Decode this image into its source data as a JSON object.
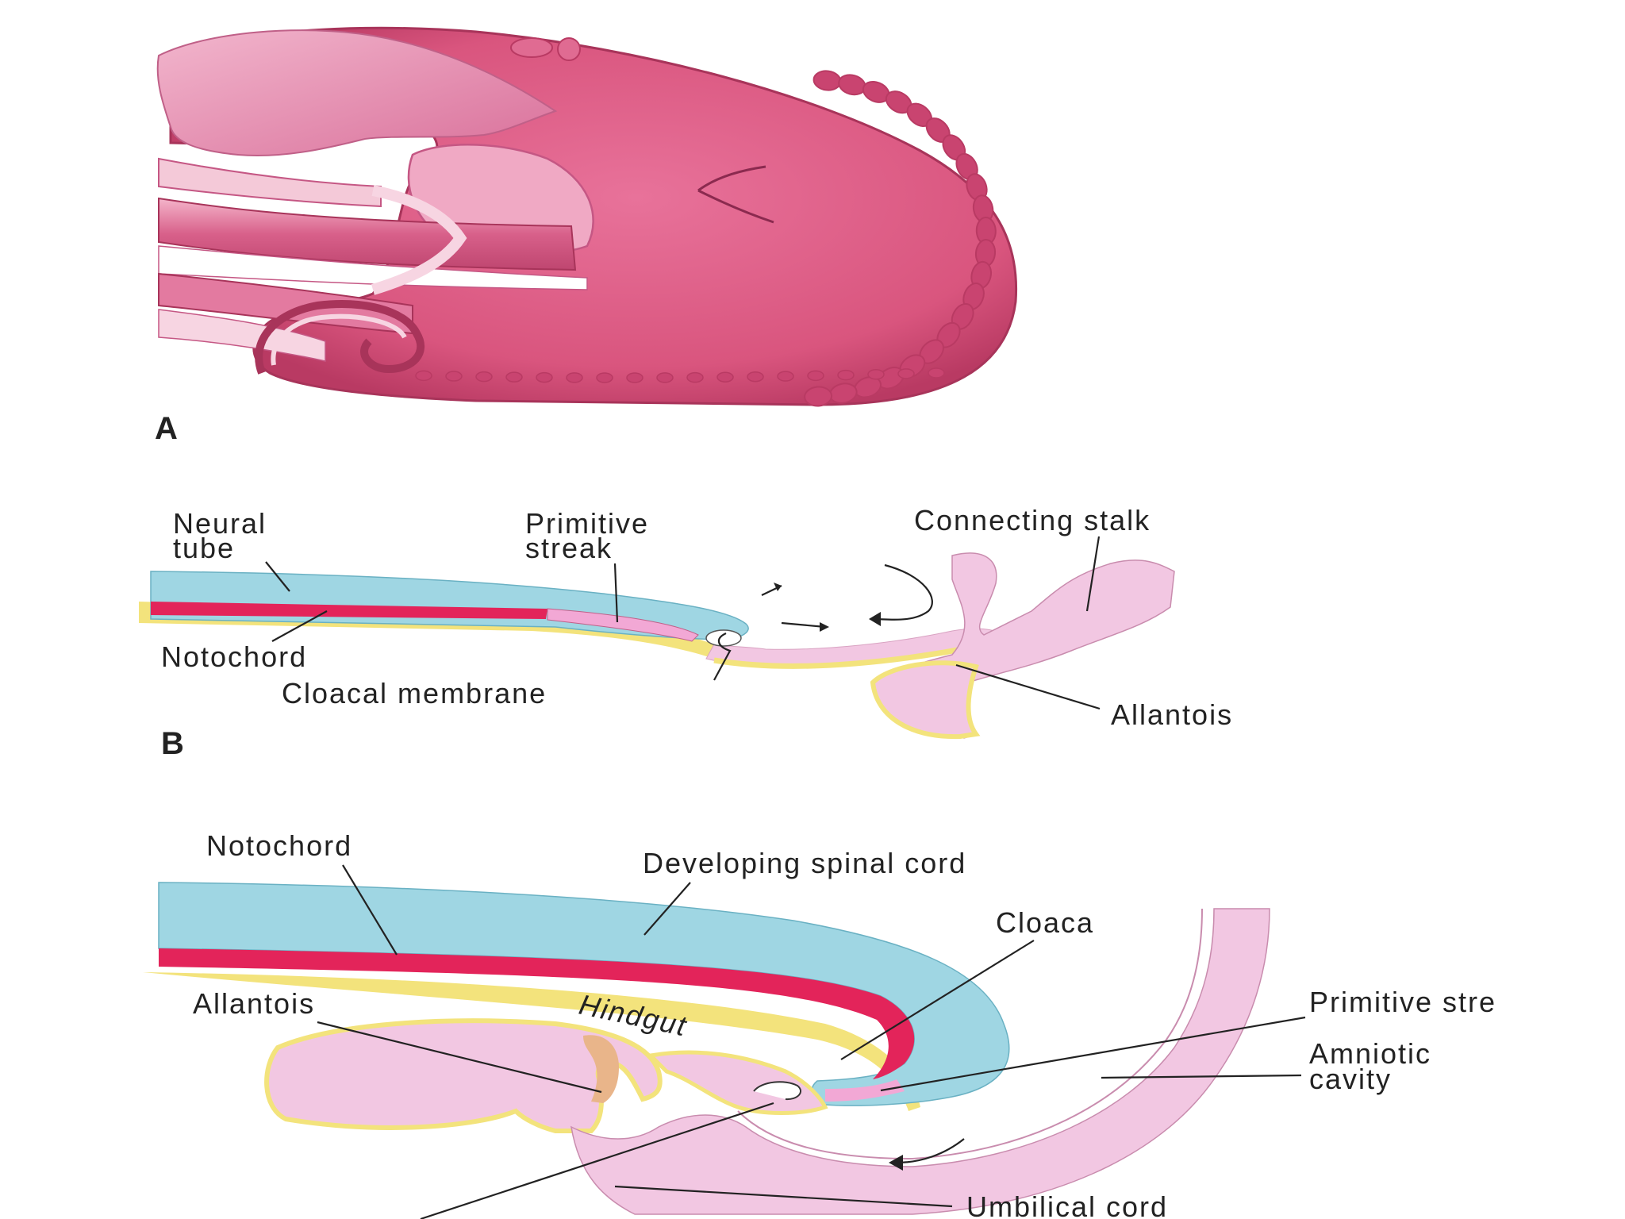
{
  "colors": {
    "embryo": "#d9557e",
    "embryo_dark": "#b93a63",
    "somite": "#c94470",
    "neural": "#9fd6e3",
    "notochord": "#e3245a",
    "endoderm": "#f2c7e2",
    "yolk_yellow": "#f3e37c",
    "tan": "#e9b58a"
  },
  "panels": {
    "a": {
      "letter": "A"
    },
    "b": {
      "letter": "B",
      "labels": {
        "neural_tube_1": "Neural",
        "neural_tube_2": "tube",
        "primitive_streak_1": "Primitive",
        "primitive_streak_2": "streak",
        "connecting_stalk": "Connecting stalk",
        "notochord": "Notochord",
        "cloacal_membrane": "Cloacal membrane",
        "allantois": "Allantois"
      }
    },
    "c": {
      "labels": {
        "notochord": "Notochord",
        "developing_spinal_cord": "Developing spinal cord",
        "cloaca": "Cloaca",
        "allantois": "Allantois",
        "hindgut": "Hindgut",
        "primitive_streak": "Primitive stre",
        "amniotic_cavity_1": "Amniotic",
        "amniotic_cavity_2": "cavity",
        "umbilical_cord": "Umbilical cord"
      }
    }
  }
}
